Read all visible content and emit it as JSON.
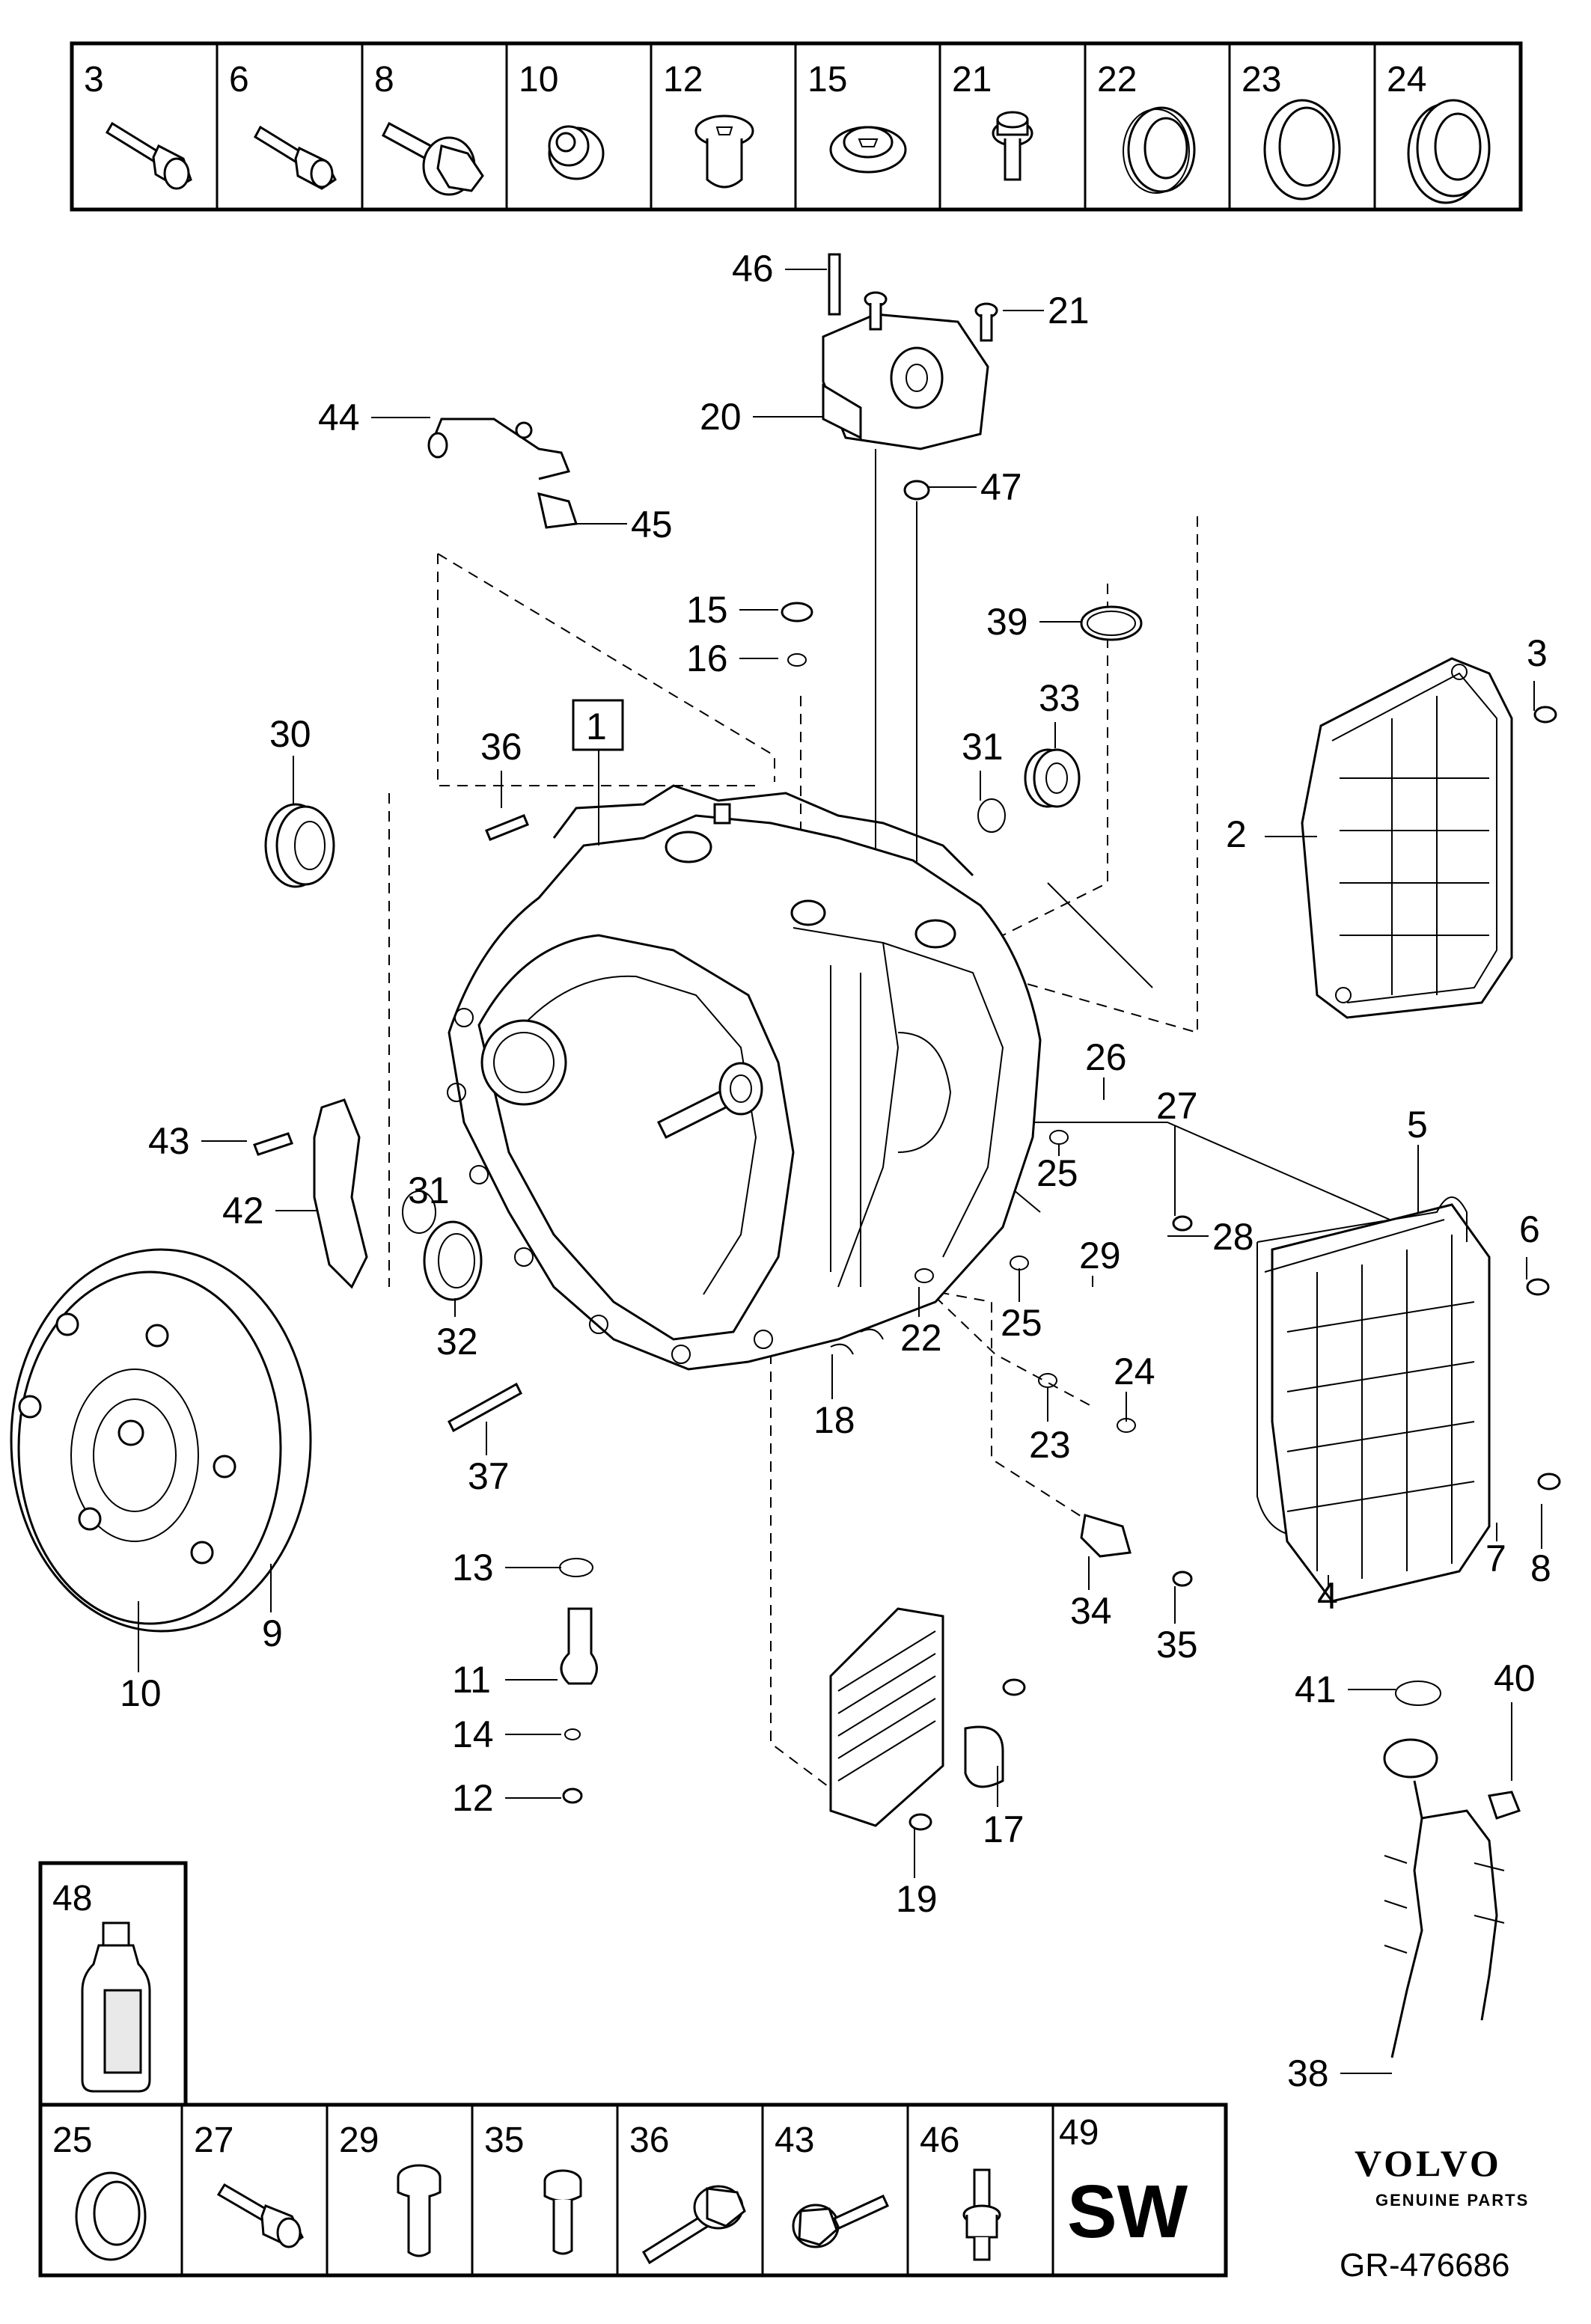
{
  "top_legend": {
    "cells": [
      {
        "num": "3",
        "icon": "bolt-flange-icon"
      },
      {
        "num": "6",
        "icon": "bolt-hex-icon"
      },
      {
        "num": "8",
        "icon": "bolt-large-flange-icon"
      },
      {
        "num": "10",
        "icon": "nut-flange-icon"
      },
      {
        "num": "12",
        "icon": "plug-torx-icon"
      },
      {
        "num": "15",
        "icon": "plug-flange-torx-icon"
      },
      {
        "num": "21",
        "icon": "bolt-short-flange-icon"
      },
      {
        "num": "22",
        "icon": "seal-ring-ribbed-icon"
      },
      {
        "num": "23",
        "icon": "o-ring-icon"
      },
      {
        "num": "24",
        "icon": "shaft-seal-icon"
      }
    ]
  },
  "bottom_legend": {
    "cells": [
      {
        "num": "25",
        "icon": "seal-ring-icon"
      },
      {
        "num": "27",
        "icon": "bolt-flange-icon"
      },
      {
        "num": "29",
        "icon": "bolt-torx-icon"
      },
      {
        "num": "35",
        "icon": "screw-torx-icon"
      },
      {
        "num": "36",
        "icon": "bolt-long-flange-icon"
      },
      {
        "num": "43",
        "icon": "bolt-long-hex-icon"
      },
      {
        "num": "46",
        "icon": "stud-icon"
      },
      {
        "num": "49",
        "text": "SW"
      }
    ]
  },
  "fluid_box": {
    "num": "48",
    "icon": "fluid-bottle-icon"
  },
  "callouts": {
    "1": "1",
    "2": "2",
    "3": "3",
    "4": "4",
    "5": "5",
    "6": "6",
    "7": "7",
    "8": "8",
    "9": "9",
    "10": "10",
    "11": "11",
    "12": "12",
    "13": "13",
    "14": "14",
    "15": "15",
    "16": "16",
    "17": "17",
    "18": "18",
    "19": "19",
    "20": "20",
    "21": "21",
    "22": "22",
    "23": "23",
    "24": "24",
    "25": "25",
    "26": "26",
    "27": "27",
    "28": "28",
    "29": "29",
    "30": "30",
    "31": "31",
    "32": "32",
    "33": "33",
    "34": "34",
    "35": "35",
    "36": "36",
    "37": "37",
    "38": "38",
    "39": "39",
    "40": "40",
    "41": "41",
    "42": "42",
    "43": "43",
    "44": "44",
    "45": "45",
    "46": "46",
    "47": "47"
  },
  "brand": {
    "name": "VOLVO",
    "sub": "GENUINE PARTS"
  },
  "ref_code": "GR-476686"
}
